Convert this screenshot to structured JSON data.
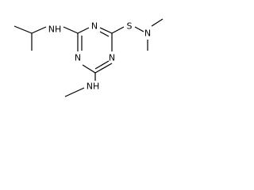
{
  "atoms": {
    "ring_n_top": "N",
    "ring_n_left": "N",
    "ring_n_bottom": "N",
    "amine_isopropyl": "NH",
    "amine_methyl": "NH",
    "sulfur": "S",
    "dimethylamino_n": "N"
  }
}
